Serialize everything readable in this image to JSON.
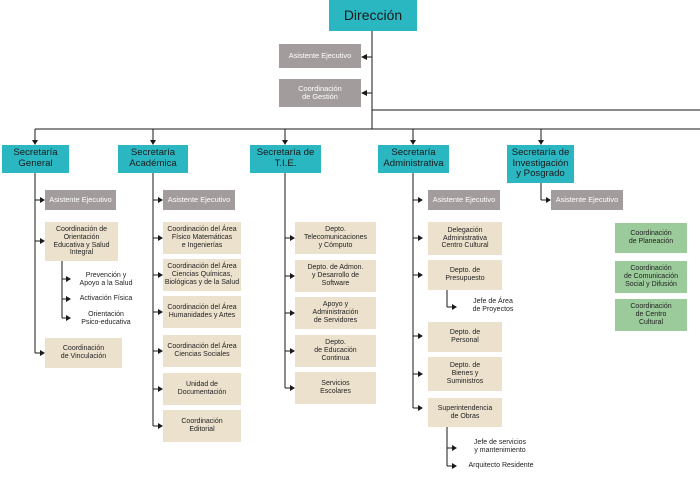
{
  "colors": {
    "accent": "#2ab7c2",
    "assistant": "#a39c9c",
    "unit": "#ece1cd",
    "independent": "#9bcb9a",
    "line": "#1a1a1a"
  },
  "org": {
    "top": "Dirección",
    "top_assistant": "Asistente Ejecutivo",
    "top_coordination": "Coordinación\nde Gestión",
    "sg": {
      "title": "Secretaría\nGeneral",
      "assistant": "Asistente Ejecutivo",
      "coord_orientation": "Coordinación de\nOrientación\nEducativa y Salud\nIntegral",
      "sub": [
        "Prevención y\nApoyo a la Salud",
        "Activación Física",
        "Orientación\nPsico-educativa"
      ],
      "vinculacion": "Coordinación\nde Vinculación"
    },
    "sa": {
      "title": "Secretaría\nAcadémica",
      "assistant": "Asistente Ejecutivo",
      "units": [
        "Coordinación del Área\nFísico Matemáticas\ne Ingenierías",
        "Coordinación del Área\nCiencias Químicas,\nBiológicas y de la Salud",
        "Coordinación del Área\nHumanidades y Artes",
        "Coordinación del Área\nCiencias Sociales",
        "Unidad de\nDocumentación",
        "Coordinación\nEditorial"
      ]
    },
    "st": {
      "title": "Secretaría de\nT.I.E.",
      "units": [
        "Depto.\nTelecomunicaciones\ny Cómputo",
        "Depto. de Admon.\ny Desarrollo de\nSoftware",
        "Apoyo y\nAdministración\nde Servidores",
        "Depto.\nde Educación\nContinua",
        "Servicios\nEscolares"
      ]
    },
    "sad": {
      "title": "Secretaría\nAdministrativa",
      "assistant": "Asistente Ejecutivo",
      "units": [
        "Delegación\nAdministrativa\nCentro Cultural",
        "Depto. de\nPresupuesto",
        "Depto. de\nPersonal",
        "Depto. de\nBienes y\nSuministros",
        "Superintendencia\nde Obras"
      ],
      "presupuesto_sub": "Jefe de Área\nde Proyectos",
      "obras_sub": [
        "Jefe de servicios\ny mantenimiento",
        "Arquitecto Residente"
      ]
    },
    "sip": {
      "title": "Secretaría de\nInvestigación\ny Posgrado",
      "assistant": "Asistente Ejecutivo"
    },
    "independent": [
      "Coordinación\nde Planeación",
      "Coordinación\nde Comunicación\nSocial y Difusión",
      "Coordinación\nde Centro\nCultural"
    ]
  }
}
